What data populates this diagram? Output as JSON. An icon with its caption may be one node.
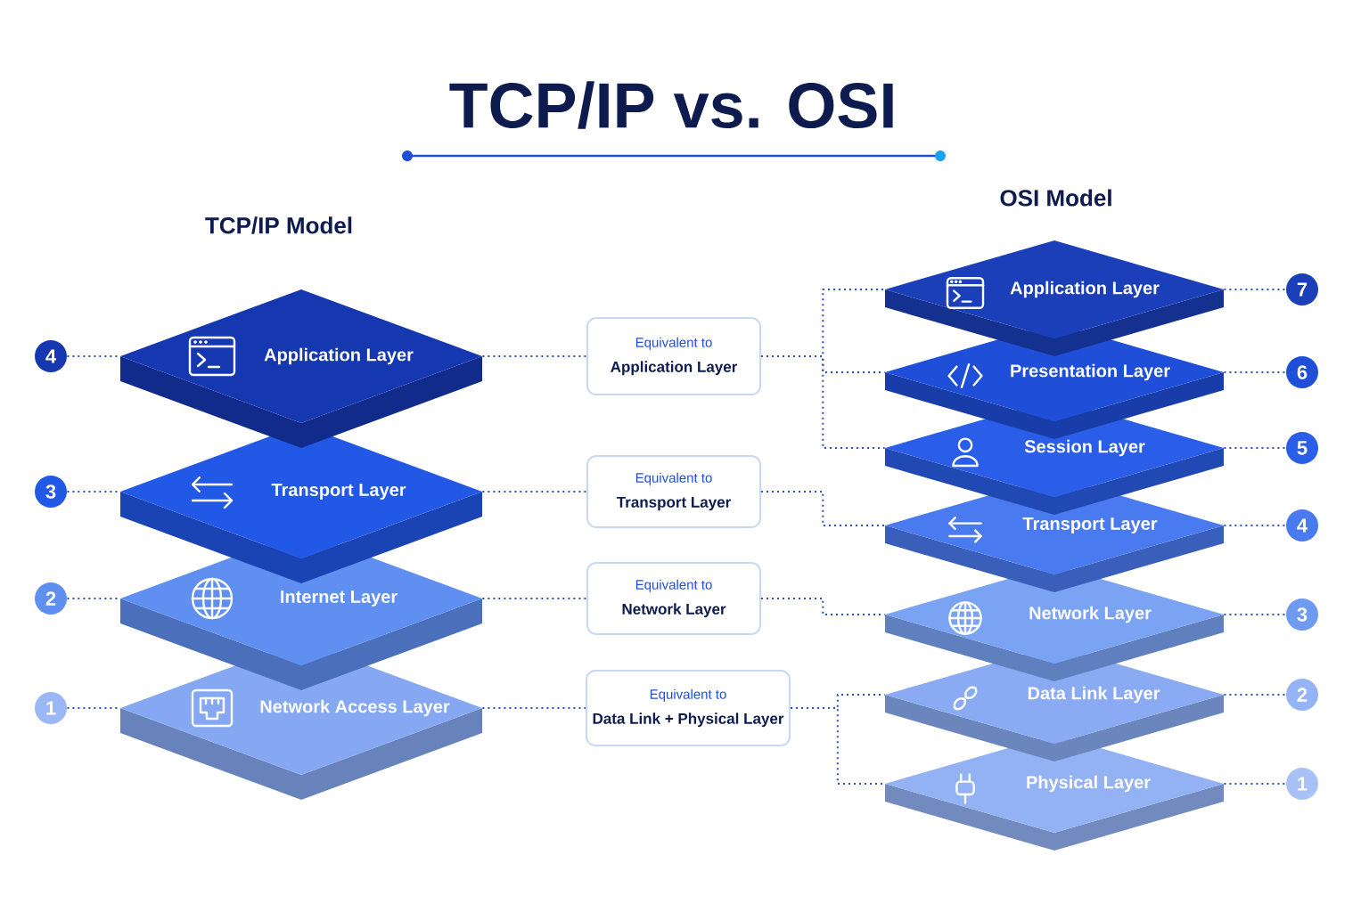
{
  "diagram": {
    "title": "TCP/IP vs. OSI",
    "nodes": [
      {
        "text": [
          "Application Layer"
        ]
      },
      {
        "text": [
          "Transport Layer"
        ]
      },
      {
        "text": [
          "Internet Layer"
        ]
      },
      {
        "text": [
          "Network Access Layer"
        ]
      },
      {
        "text": [
          "4"
        ]
      },
      {
        "text": [
          "3"
        ]
      },
      {
        "text": [
          "2"
        ]
      },
      {
        "text": [
          "1"
        ]
      },
      {
        "text": [
          "Equivalent to",
          "Application Layer"
        ]
      },
      {
        "text": [
          "Equivalent to",
          "Transport Layer"
        ]
      },
      {
        "text": [
          "Equivalent to",
          "Network Layer"
        ]
      },
      {
        "text": [
          "Equivalent to",
          "Data Link + Physical Layer"
        ]
      },
      {
        "text": [
          "Application Layer"
        ]
      },
      {
        "text": [
          "Presentation Layer"
        ]
      },
      {
        "text": [
          "Session Layer"
        ]
      },
      {
        "text": [
          "Transport Layer"
        ]
      },
      {
        "text": [
          "Network Layer"
        ]
      },
      {
        "text": [
          "Data Link Layer"
        ]
      },
      {
        "text": [
          "Physical Layer"
        ]
      },
      {
        "text": [
          "7"
        ]
      },
      {
        "text": [
          "6"
        ]
      },
      {
        "text": [
          "5"
        ]
      },
      {
        "text": [
          "4"
        ]
      },
      {
        "text": [
          "3"
        ]
      },
      {
        "text": [
          "2"
        ]
      },
      {
        "text": [
          "1"
        ]
      }
    ],
    "edges": [
      {
        "from": 4,
        "to": 0,
        "arrow": "none"
      },
      {
        "from": 5,
        "to": 1,
        "arrow": "none"
      },
      {
        "from": 6,
        "to": 2,
        "arrow": "none"
      },
      {
        "from": 7,
        "to": 3,
        "arrow": "none"
      },
      {
        "from": 0,
        "to": 8,
        "arrow": "none"
      },
      {
        "from": 1,
        "to": 9,
        "arrow": "none"
      },
      {
        "from": 2,
        "to": 10,
        "arrow": "none"
      },
      {
        "from": 3,
        "to": 11,
        "arrow": "none"
      },
      {
        "from": 8,
        "to": 12,
        "arrow": "none"
      },
      {
        "from": 8,
        "to": 13,
        "arrow": "none"
      },
      {
        "from": 8,
        "to": 14,
        "arrow": "none"
      },
      {
        "from": 9,
        "to": 15,
        "arrow": "none"
      },
      {
        "from": 10,
        "to": 16,
        "arrow": "none"
      },
      {
        "from": 11,
        "to": 17,
        "arrow": "none"
      },
      {
        "from": 11,
        "to": 18,
        "arrow": "none"
      },
      {
        "from": 12,
        "to": 19,
        "arrow": "none"
      },
      {
        "from": 13,
        "to": 20,
        "arrow": "none"
      },
      {
        "from": 14,
        "to": 21,
        "arrow": "none"
      },
      {
        "from": 15,
        "to": 22,
        "arrow": "none"
      },
      {
        "from": 16,
        "to": 23,
        "arrow": "none"
      },
      {
        "from": 17,
        "to": 24,
        "arrow": "none"
      },
      {
        "from": 18,
        "to": 25,
        "arrow": "none"
      }
    ],
    "labels": [
      "TCP/IP Model",
      "OSI Model"
    ]
  }
}
